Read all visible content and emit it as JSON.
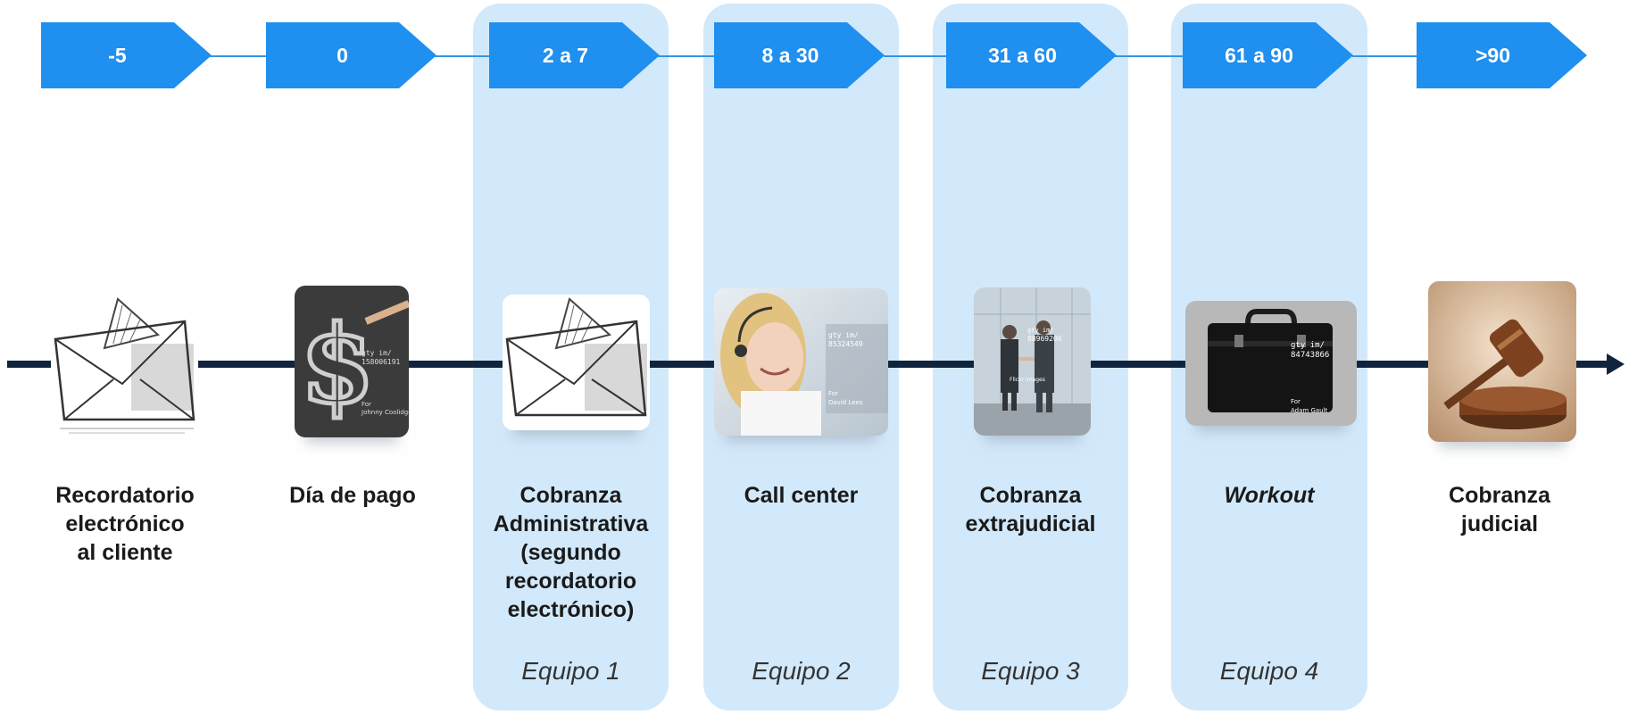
{
  "stages": [
    {
      "range": "-5",
      "label": "Recordatorio\nelectrónico\nal cliente",
      "team": "",
      "icon": "envelope-icon"
    },
    {
      "range": "0",
      "label": "Día de pago",
      "team": "",
      "icon": "dollar-chalkboard-icon"
    },
    {
      "range": "2 a 7",
      "label": "Cobranza\nAdministrativa\n(segundo\nrecordatorio\nelectrónico)",
      "team": "Equipo 1",
      "icon": "envelope-icon"
    },
    {
      "range": "8 a 30",
      "label": "Call center",
      "team": "Equipo 2",
      "icon": "call-center-agent-icon"
    },
    {
      "range": "31 a 60",
      "label": "Cobranza\nextrajudicial",
      "team": "Equipo 3",
      "icon": "handshake-icon"
    },
    {
      "range": "61 a 90",
      "label": "Workout",
      "team": "Equipo 4",
      "icon": "briefcase-icon"
    },
    {
      "range": ">90",
      "label": "Cobranza\njudicial",
      "team": "",
      "icon": "gavel-icon"
    }
  ],
  "photo_watermarks": {
    "dollar": [
      "gty im/",
      "158006191",
      "For",
      "Johnny Coolidge"
    ],
    "agent": [
      "gty im/",
      "85324549",
      "For",
      "David Lees"
    ],
    "handshake": [
      "gty im/",
      "88969206",
      "Flickr Images"
    ],
    "briefcase": [
      "gty im/",
      "84743866",
      "For",
      "Adam Gault"
    ]
  },
  "colors": {
    "chevron": "#1f8ff0",
    "panel": "#d2e9fb",
    "timeline": "#11243d"
  }
}
